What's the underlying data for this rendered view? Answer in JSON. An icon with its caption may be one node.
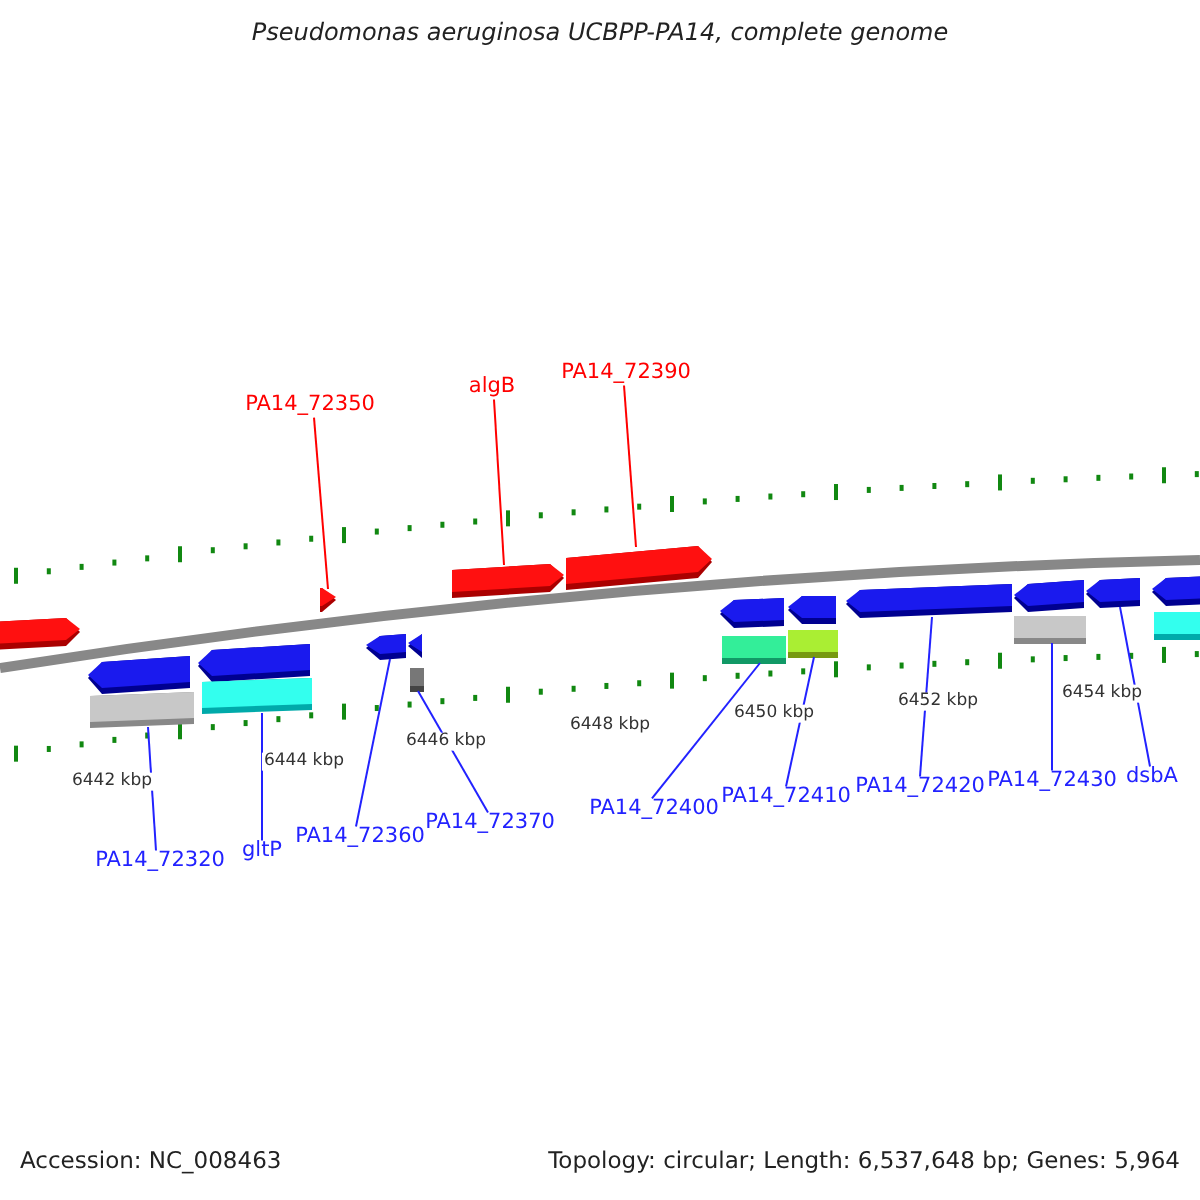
{
  "diagram": {
    "title": "Pseudomonas aeruginosa UCBPP-PA14, complete genome",
    "nodes": [
      {
        "text": [
          "PA14_72350"
        ]
      },
      {
        "text": [
          "algB"
        ]
      },
      {
        "text": [
          "PA14_72390"
        ]
      },
      {
        "text": [
          "PA14_72320"
        ]
      },
      {
        "text": [
          "gltP"
        ]
      },
      {
        "text": [
          "PA14_72360"
        ]
      },
      {
        "text": [
          "PA14_72370"
        ]
      },
      {
        "text": [
          "PA14_72400"
        ]
      },
      {
        "text": [
          "PA14_72410"
        ]
      },
      {
        "text": [
          "PA14_72420"
        ]
      },
      {
        "text": [
          "PA14_72430"
        ]
      },
      {
        "text": [
          "dsbA"
        ]
      },
      {
        "text": [],
        "shape": "arrow"
      },
      {
        "text": [],
        "shape": "arrow"
      },
      {
        "text": [],
        "shape": "bar"
      },
      {
        "text": [],
        "shape": "arrow"
      },
      {
        "text": [],
        "shape": "bar"
      },
      {
        "text": [],
        "shape": "arrow"
      },
      {
        "text": [],
        "shape": "arrow"
      },
      {
        "text": [],
        "shape": "arrow"
      },
      {
        "text": [],
        "shape": "bar"
      },
      {
        "text": [],
        "shape": "arrow"
      },
      {
        "text": [],
        "shape": "arrow"
      },
      {
        "text": [],
        "shape": "arrow"
      },
      {
        "text": [],
        "shape": "bar"
      },
      {
        "text": [],
        "shape": "arrow"
      },
      {
        "text": [],
        "shape": "bar"
      },
      {
        "text": [],
        "shape": "arrow"
      },
      {
        "text": [],
        "shape": "arrow"
      },
      {
        "text": [],
        "shape": "bar"
      },
      {
        "text": [],
        "shape": "arrow"
      },
      {
        "text": [],
        "shape": "arrow"
      },
      {
        "text": [],
        "shape": "bar"
      }
    ],
    "edges": [
      {
        "from": 0,
        "to": 17,
        "arrow": "none",
        "color": "#ff0000"
      },
      {
        "from": 1,
        "to": 21,
        "arrow": "none",
        "color": "#ff0000"
      },
      {
        "from": 2,
        "to": 22,
        "arrow": "none",
        "color": "#ff0000"
      },
      {
        "from": 3,
        "to": 14,
        "arrow": "none"
      },
      {
        "from": 4,
        "to": 16,
        "arrow": "none"
      },
      {
        "from": 5,
        "to": 18,
        "arrow": "none"
      },
      {
        "from": 6,
        "to": 20,
        "arrow": "none"
      },
      {
        "from": 7,
        "to": 24,
        "arrow": "none"
      },
      {
        "from": 8,
        "to": 26,
        "arrow": "none"
      },
      {
        "from": 9,
        "to": 27,
        "arrow": "none"
      },
      {
        "from": 10,
        "to": 29,
        "arrow": "none"
      },
      {
        "from": 11,
        "to": 30,
        "arrow": "none"
      }
    ],
    "labels": [
      "6442 kbp",
      "6444 kbp",
      "6446 kbp",
      "6448 kbp",
      "6450 kbp",
      "6452 kbp",
      "6454 kbp",
      "Accession: NC_008463",
      "Topology: circular; Length: 6,537,648 bp; Genes: 5,964"
    ]
  }
}
